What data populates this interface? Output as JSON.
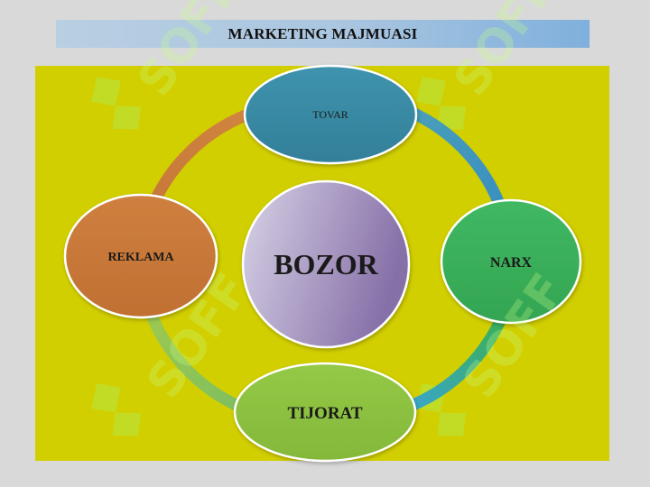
{
  "title": "MARKETING MAJMUASI",
  "center": {
    "label": "BOZOR"
  },
  "nodes": [
    {
      "id": "tovar",
      "label": "TOVAR",
      "color": "#3a8aa6"
    },
    {
      "id": "narx",
      "label": "NARX",
      "color": "#3aaf5a"
    },
    {
      "id": "tijorat",
      "label": "TIJORAT",
      "color": "#8cc03e"
    },
    {
      "id": "reklama",
      "label": "REKLAMA",
      "color": "#c8793a"
    }
  ],
  "watermark": "SOFF",
  "colors": {
    "panel": "#d2cf00",
    "center_from": "#d6cfe4",
    "center_to": "#8670a8"
  }
}
